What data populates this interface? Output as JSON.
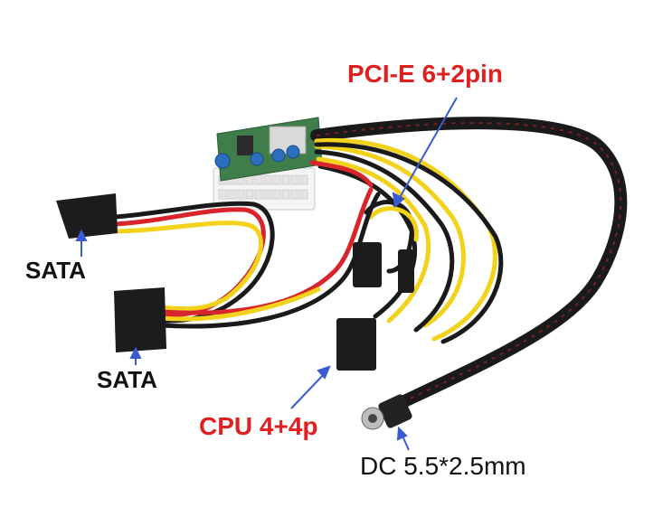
{
  "labels": {
    "pcie": "PCI-E 6+2pin",
    "sata_top": "SATA",
    "sata_bottom": "SATA",
    "cpu": "CPU 4+4p",
    "dc": "DC 5.5*2.5mm"
  },
  "colors": {
    "label_red": "#e02020",
    "label_black": "#111111",
    "arrow_blue": "#3a5bd0",
    "pcb_green": "#3f7d4a",
    "wire_yellow": "#f2d21b",
    "wire_red": "#d8242a",
    "wire_black": "#1a1a1a",
    "connector_white": "#f4f4f4"
  },
  "icons": [
    "power-board-image",
    "sata-connector-icon",
    "pcie-connector-icon",
    "cpu-connector-icon",
    "dc-jack-icon",
    "arrow-icon"
  ]
}
